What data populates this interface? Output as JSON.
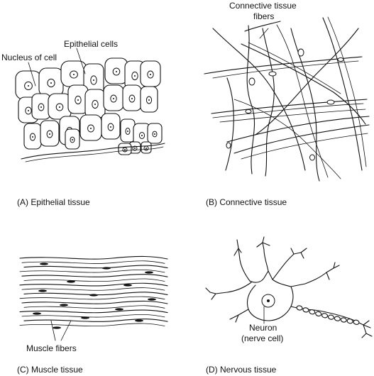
{
  "panels": {
    "epithelial": {
      "caption": "(A) Epithelial tissue",
      "label_cells": "Epithelial cells",
      "label_nucleus": "Nucleus of cell"
    },
    "connective": {
      "caption": "(B) Connective tissue",
      "label_fibers_line1": "Connective tissue",
      "label_fibers_line2": "fibers"
    },
    "muscle": {
      "caption": "(C) Muscle tissue",
      "label_fibers": "Muscle fibers"
    },
    "nervous": {
      "caption": "(D) Nervous tissue",
      "label_neuron_line1": "Neuron",
      "label_neuron_line2": "(nerve cell)"
    }
  },
  "colors": {
    "ink": "#111111",
    "background": "#ffffff"
  }
}
